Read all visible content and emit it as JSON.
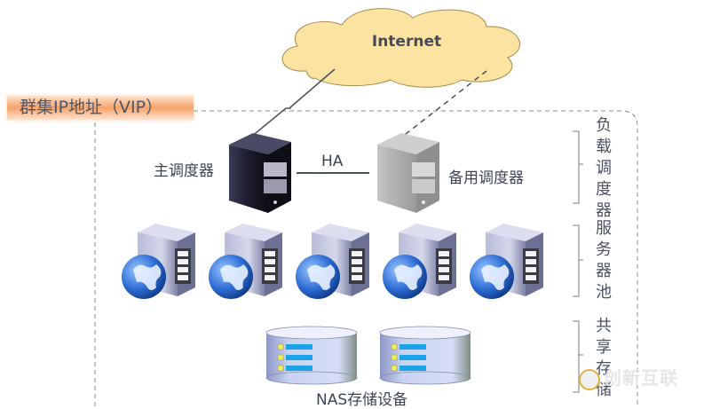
{
  "cloud": {
    "label": "Internet"
  },
  "cluster": {
    "vip_label": "群集IP地址（VIP）"
  },
  "schedulers": {
    "primary": {
      "label": "主调度器",
      "icon": "server-tower-icon"
    },
    "backup": {
      "label": "备用调度器",
      "icon": "server-tower-icon"
    },
    "link_label": "HA"
  },
  "server_pool": {
    "count": 5,
    "icon": "web-server-icon"
  },
  "storage": {
    "label": "NAS存储设备",
    "count": 2,
    "icon": "disk-storage-icon"
  },
  "tiers": [
    {
      "label": "负载调度器"
    },
    {
      "label": "服务器池"
    },
    {
      "label": "共享存储"
    }
  ],
  "watermark": {
    "text": "创新互联"
  },
  "colors": {
    "cloud_fill": "#fbe3a2",
    "vip_accent": "#f7a36a",
    "line": "#4a5060",
    "globe": "#2f6fd6",
    "storage_body": "#c9d3f2",
    "storage_bar": "#1aa3e6",
    "storage_led": "#f2ef4a"
  }
}
